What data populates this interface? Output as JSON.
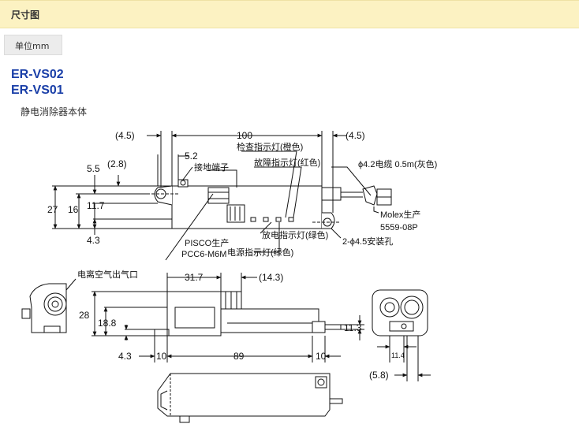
{
  "header": {
    "title": "尺寸图"
  },
  "unit": {
    "label": "单位mm"
  },
  "models": [
    "ER-VS02",
    "ER-VS01"
  ],
  "subtitle": "静电消除器本体",
  "dims": {
    "d_45_left": "(4.5)",
    "d_100": "100",
    "d_45_right": "(4.5)",
    "d_52": "5.2",
    "d_28p": "(2.8)",
    "d_55": "5.5",
    "d_27": "27",
    "d_16": "16",
    "d_117": "11.7",
    "d_43_top": "4.3",
    "d_317": "31.7",
    "d_143": "(14.3)",
    "d_28": "28",
    "d_188": "18.8",
    "d_43_bottom": "4.3",
    "d_10_left": "10",
    "d_89": "89",
    "d_10_right": "10",
    "d_113": "11.3",
    "d_114": "11.4",
    "d_58": "(5.8)"
  },
  "labels": {
    "inspect_lamp": "检查指示灯(橙色)",
    "fault_lamp": "故障指示灯(红色)",
    "ground_terminal": "接地端子",
    "cable": "ϕ4.2电缆 0.5m(灰色)",
    "molex": "Molex生产",
    "molex_part": "5559-08P",
    "mount_hole": "2-ϕ4.5安装孔",
    "discharge_lamp": "放电指示灯(绿色)",
    "power_lamp": "电源指示灯(绿色)",
    "pisco": "PISCO生产",
    "pisco_part": "PCC6-M6M",
    "ion_air_outlet": "电离空气出气口"
  }
}
